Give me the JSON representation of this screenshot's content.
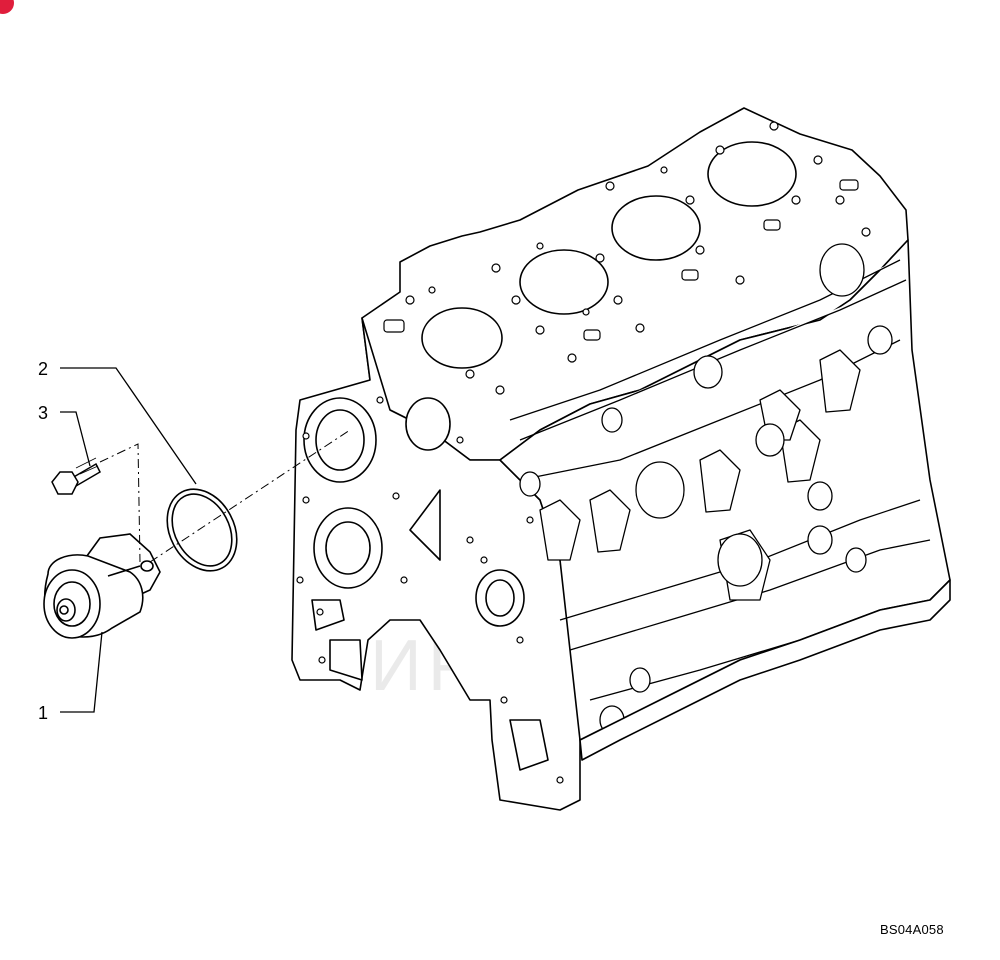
{
  "callouts": [
    {
      "id": "1",
      "label": "1"
    },
    {
      "id": "2",
      "label": "2"
    },
    {
      "id": "3",
      "label": "3"
    }
  ],
  "figure_code": "BS04A058",
  "watermark_text": "ИРТЕХ",
  "colors": {
    "line": "#000000",
    "watermark": "#e8a7ae",
    "corner_badge": "#e01e3c"
  }
}
